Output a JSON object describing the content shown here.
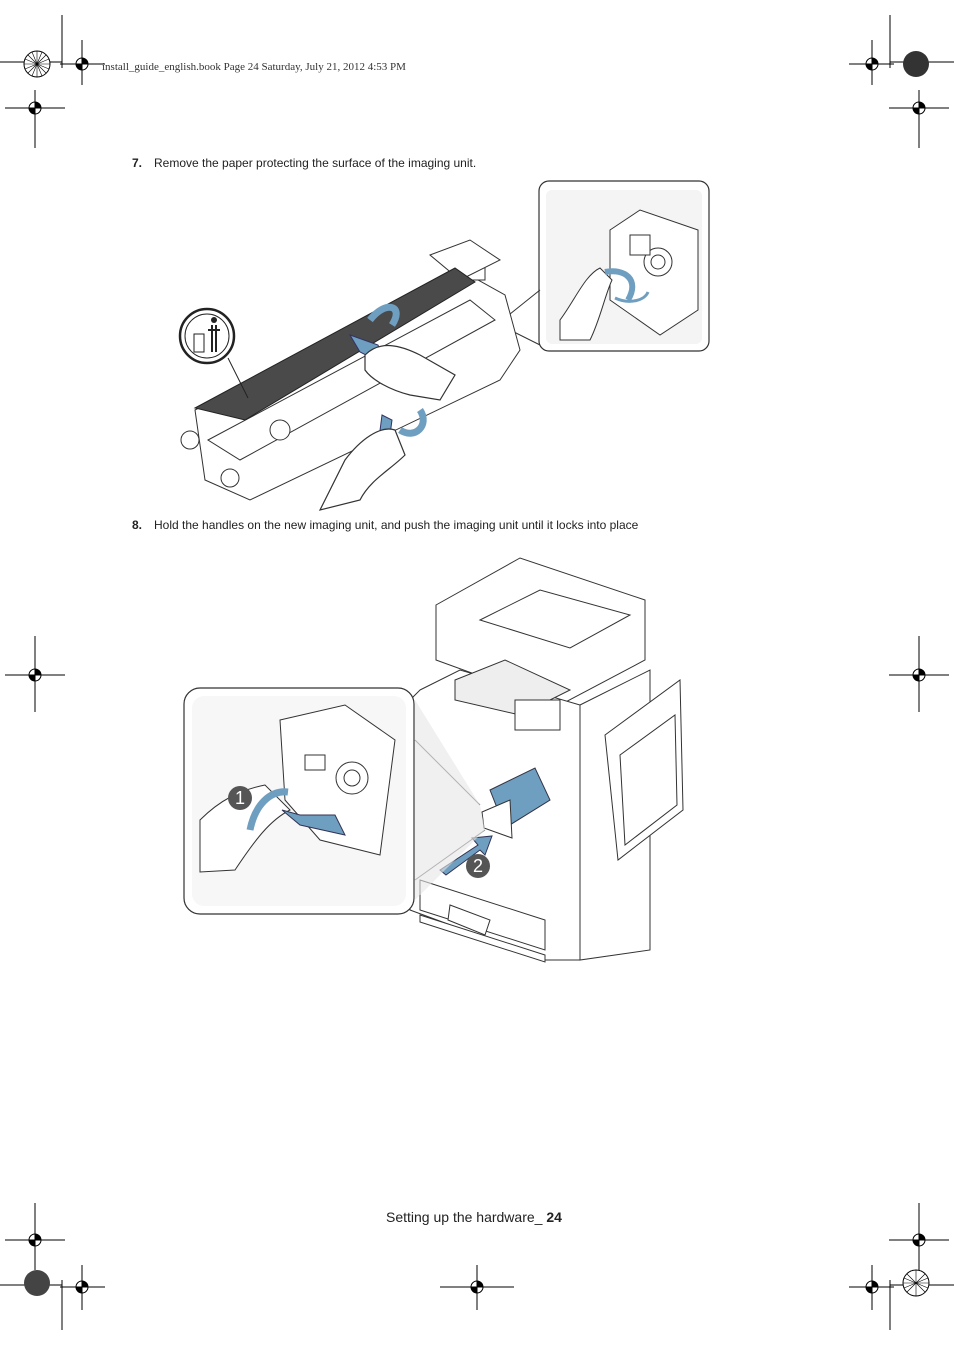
{
  "header": {
    "book_info": "install_guide_english.book  Page 24  Saturday, July 21, 2012  4:53 PM"
  },
  "steps": [
    {
      "number": "7.",
      "text": "Remove the paper protecting the surface of the imaging unit."
    },
    {
      "number": "8.",
      "text": "Hold the handles on the new imaging unit, and push the imaging unit until it locks into place"
    }
  ],
  "figure2": {
    "callout_1": "1",
    "callout_2": "2"
  },
  "footer": {
    "section": "Setting up the hardware_ ",
    "page": "24"
  },
  "colors": {
    "accent_blue": "#6f9fc0",
    "paper_dark": "#4a4a4a"
  }
}
